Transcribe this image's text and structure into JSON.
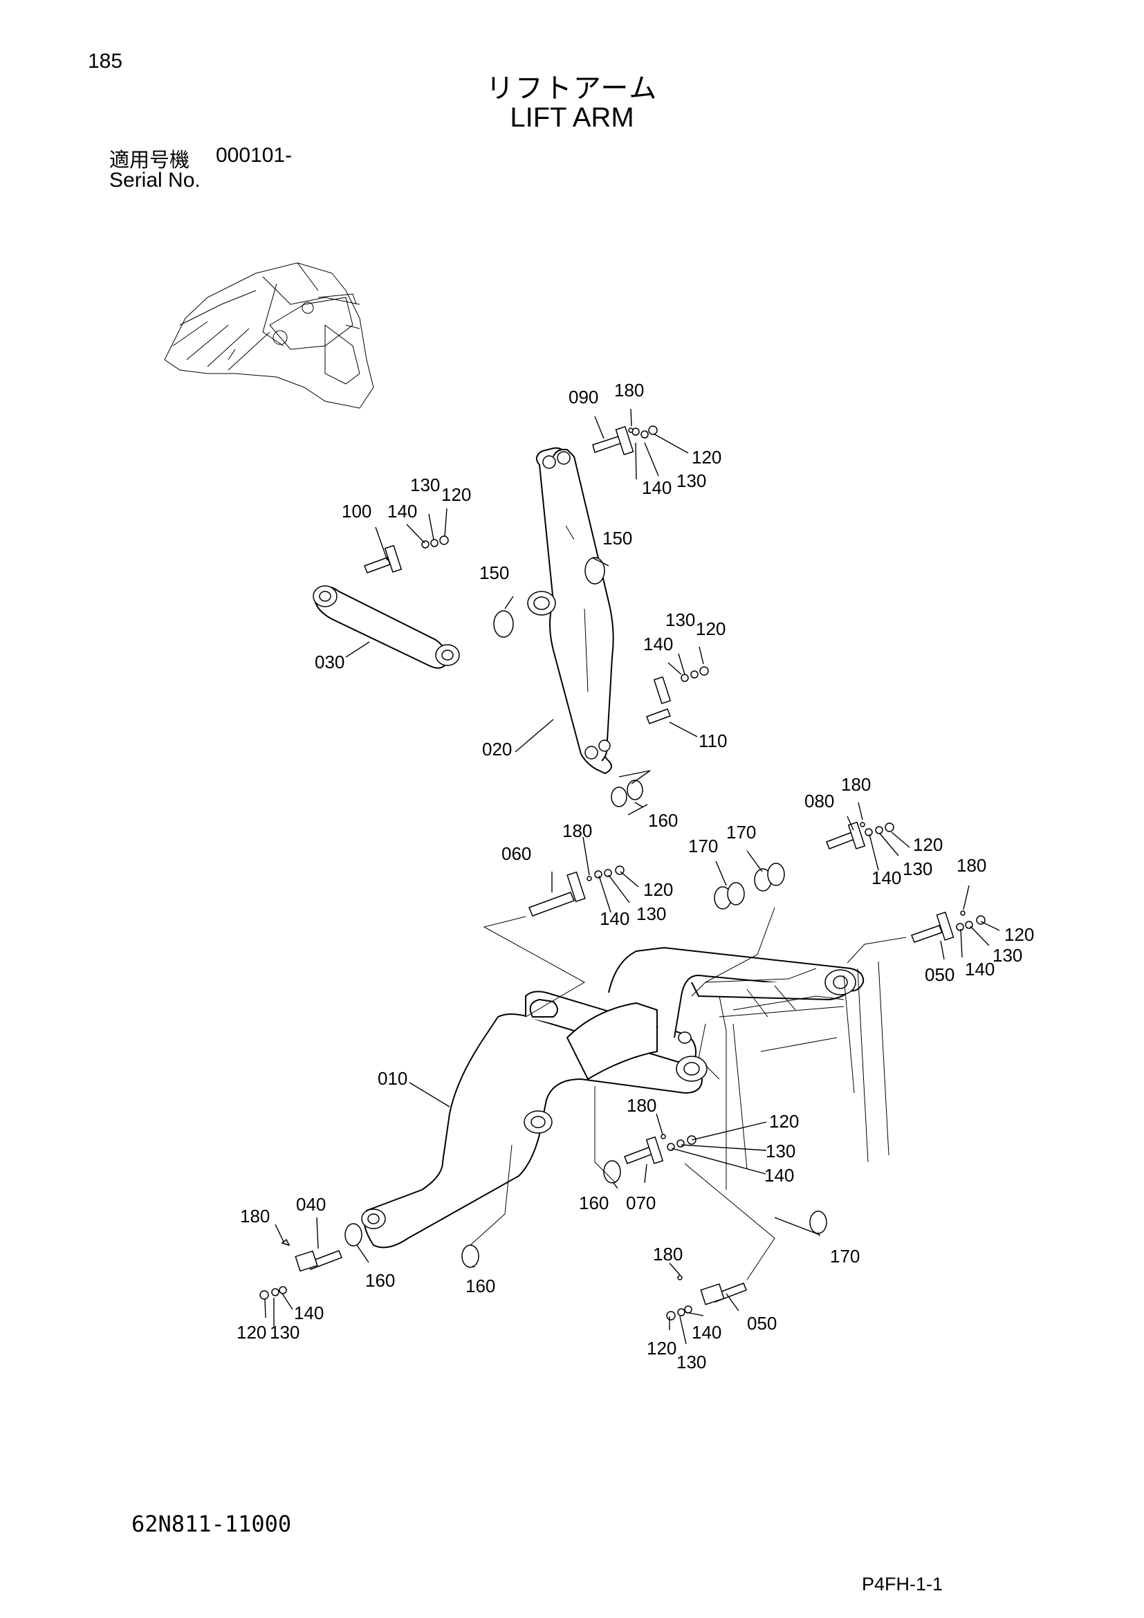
{
  "page": {
    "number": "185",
    "title_jp": "リフトアーム",
    "title_en": "LIFT ARM",
    "serial_label_jp": "適用号機",
    "serial_value": "000101-",
    "serial_label_en": "Serial No.",
    "part_number": "62N811-11000",
    "page_code": "P4FH-1-1"
  },
  "callouts": [
    {
      "id": "090-top",
      "label": "090"
    },
    {
      "id": "180-top",
      "label": "180"
    },
    {
      "id": "120-top",
      "label": "120"
    },
    {
      "id": "130-top",
      "label": "130"
    },
    {
      "id": "140-top",
      "label": "140"
    },
    {
      "id": "100",
      "label": "100"
    },
    {
      "id": "140-100",
      "label": "140"
    },
    {
      "id": "130-100",
      "label": "130"
    },
    {
      "id": "120-100",
      "label": "120"
    },
    {
      "id": "150-right",
      "label": "150"
    },
    {
      "id": "150-left",
      "label": "150"
    },
    {
      "id": "030",
      "label": "030"
    },
    {
      "id": "130-110",
      "label": "130"
    },
    {
      "id": "120-110",
      "label": "120"
    },
    {
      "id": "140-110",
      "label": "140"
    },
    {
      "id": "110",
      "label": "110"
    },
    {
      "id": "020",
      "label": "020"
    },
    {
      "id": "160-020",
      "label": "160"
    },
    {
      "id": "180-080",
      "label": "180"
    },
    {
      "id": "080",
      "label": "080"
    },
    {
      "id": "120-080",
      "label": "120"
    },
    {
      "id": "130-080",
      "label": "130"
    },
    {
      "id": "140-080",
      "label": "140"
    },
    {
      "id": "170-a",
      "label": "170"
    },
    {
      "id": "170-b",
      "label": "170"
    },
    {
      "id": "180-060",
      "label": "180"
    },
    {
      "id": "060",
      "label": "060"
    },
    {
      "id": "120-060",
      "label": "120"
    },
    {
      "id": "140-060",
      "label": "140"
    },
    {
      "id": "130-060",
      "label": "130"
    },
    {
      "id": "180-050",
      "label": "180"
    },
    {
      "id": "120-050",
      "label": "120"
    },
    {
      "id": "130-050",
      "label": "130"
    },
    {
      "id": "050-right",
      "label": "050"
    },
    {
      "id": "140-050",
      "label": "140"
    },
    {
      "id": "010",
      "label": "010"
    },
    {
      "id": "180-070",
      "label": "180"
    },
    {
      "id": "120-070",
      "label": "120"
    },
    {
      "id": "130-070",
      "label": "130"
    },
    {
      "id": "140-070",
      "label": "140"
    },
    {
      "id": "160-070",
      "label": "160"
    },
    {
      "id": "070",
      "label": "070"
    },
    {
      "id": "170-c",
      "label": "170"
    },
    {
      "id": "180-040",
      "label": "180"
    },
    {
      "id": "040",
      "label": "040"
    },
    {
      "id": "160-040",
      "label": "160"
    },
    {
      "id": "160-mid",
      "label": "160"
    },
    {
      "id": "140-040",
      "label": "140"
    },
    {
      "id": "120-040",
      "label": "120"
    },
    {
      "id": "130-040",
      "label": "130"
    },
    {
      "id": "180-050b",
      "label": "180"
    },
    {
      "id": "140-050b",
      "label": "140"
    },
    {
      "id": "050-bottom",
      "label": "050"
    },
    {
      "id": "120-050b",
      "label": "120"
    },
    {
      "id": "130-050b",
      "label": "130"
    }
  ]
}
